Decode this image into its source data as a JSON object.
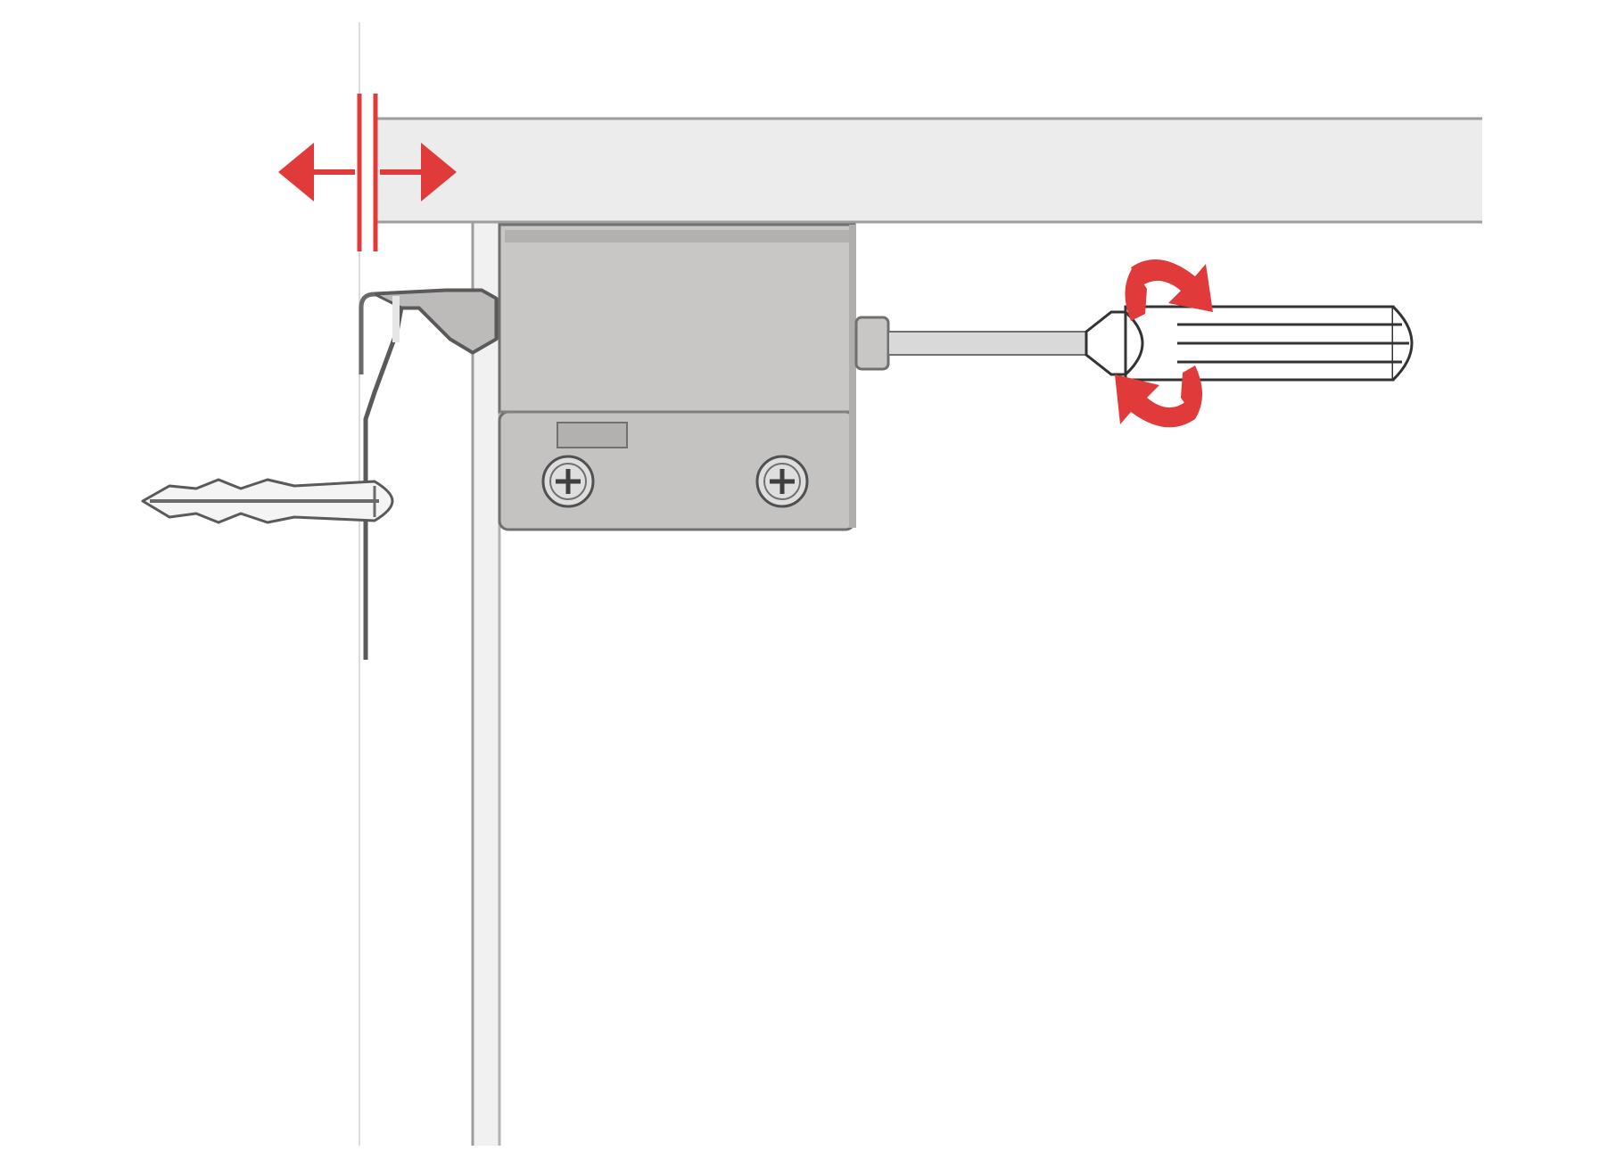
{
  "diagram": {
    "kind": "technical installation illustration",
    "parts": [
      "cabinet-top-panel",
      "cabinet-side-panel",
      "mounting-bracket",
      "adjustment-screw",
      "wall-hook",
      "wall-plug",
      "screwdriver"
    ],
    "icons": {
      "adjust": "double-arrow-icon",
      "rotate": "rotation-arrows-icon",
      "screw_heads": "phillips-screw-icon"
    },
    "colors": {
      "background": "#ffffff",
      "panel": "#ececec",
      "panel_edge": "#9e9e9e",
      "bracket": "#c9c6c6",
      "bracket_dark": "#b3b0b0",
      "outline": "#555555",
      "accent_red": "#e03a3a"
    }
  }
}
